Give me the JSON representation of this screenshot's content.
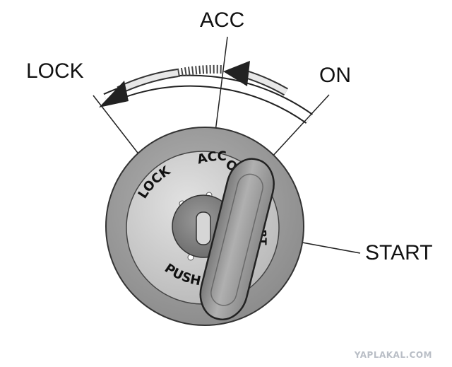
{
  "callouts": {
    "lock": "LOCK",
    "acc": "ACC",
    "on": "ON",
    "start": "START"
  },
  "cylinder_markings": {
    "lock": "LOCK",
    "acc": "ACC",
    "on": "ON",
    "start": "START",
    "push": "PUSH"
  },
  "watermark": "YAPLAKAL.COM",
  "colors": {
    "outer_ring": "#9a9a9a",
    "inner_face": "#cfcfcf",
    "key_body": "#9c9c9c",
    "ink": "#111111"
  }
}
